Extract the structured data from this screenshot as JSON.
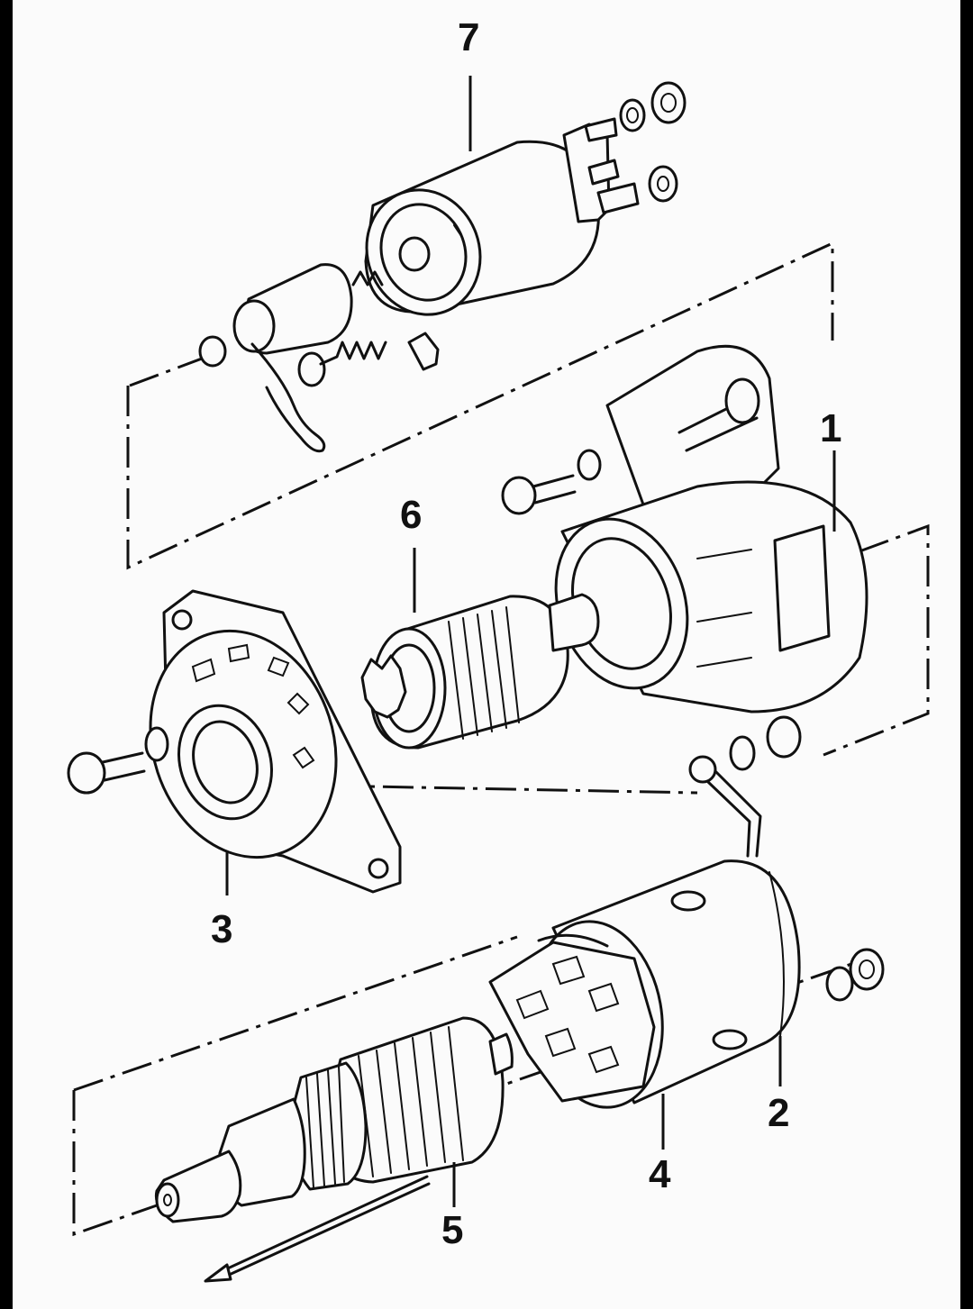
{
  "labels": [
    "1",
    "2",
    "3",
    "4",
    "5",
    "6",
    "7"
  ]
}
